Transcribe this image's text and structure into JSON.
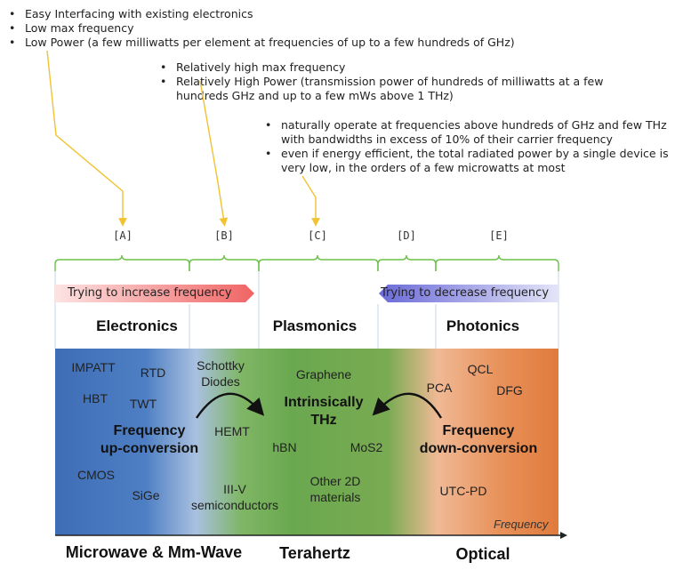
{
  "notes": {
    "a": [
      "Easy Interfacing with existing electronics",
      "Low max frequency",
      "Low Power (a few milliwatts per element at frequencies of up to a few hundreds of GHz)"
    ],
    "b": [
      "Relatively high max frequency",
      "Relatively High Power (transmission power of hundreds of milliwatts at a few hundreds GHz and up to a few mWs above 1 THz)"
    ],
    "c": [
      "naturally operate at frequencies above hundreds of GHz and few THz with bandwidths in excess of 10% of their carrier frequency",
      "even if energy efficient, the total radiated power by a single device is very low, in the orders of a few microwatts at most"
    ]
  },
  "brackets": [
    "[A]",
    "[B]",
    "[C]",
    "[D]",
    "[E]"
  ],
  "arrows": {
    "increase": "Trying to increase frequency",
    "decrease": "Trying to decrease frequency"
  },
  "sections": {
    "electronics": "Electronics",
    "plasmonics": "Plasmonics",
    "photonics": "Photonics"
  },
  "technologies": {
    "impatt": "IMPATT",
    "rtd": "RTD",
    "hbt": "HBT",
    "twt": "TWT",
    "cmos": "CMOS",
    "sige": "SiGe",
    "schottky": "Schottky\nDiodes",
    "hemt": "HEMT",
    "iiiv": "III-V\nsemiconductors",
    "graphene": "Graphene",
    "hbn": "hBN",
    "mos2": "MoS2",
    "other2d": "Other 2D\nmaterials",
    "qcl": "QCL",
    "pca": "PCA",
    "dfg": "DFG",
    "utcpd": "UTC-PD"
  },
  "concepts": {
    "upconversion": "Frequency\nup-conversion",
    "intrinsic": "Intrinsically\nTHz",
    "downconversion": "Frequency\ndown-conversion"
  },
  "axis": {
    "label": "Frequency"
  },
  "bands": {
    "microwave": "Microwave & Mm-Wave",
    "terahertz": "Terahertz",
    "optical": "Optical"
  },
  "colors": {
    "electronics_blue": "#3e6db5",
    "thz_green": "#6aa84f",
    "optical_orange": "#e07b3c",
    "bracket_green": "#6cc24a",
    "pointer_yellow": "#f1c232",
    "increase_arrow": "#f06a6a",
    "decrease_arrow": "#7b7be0"
  }
}
